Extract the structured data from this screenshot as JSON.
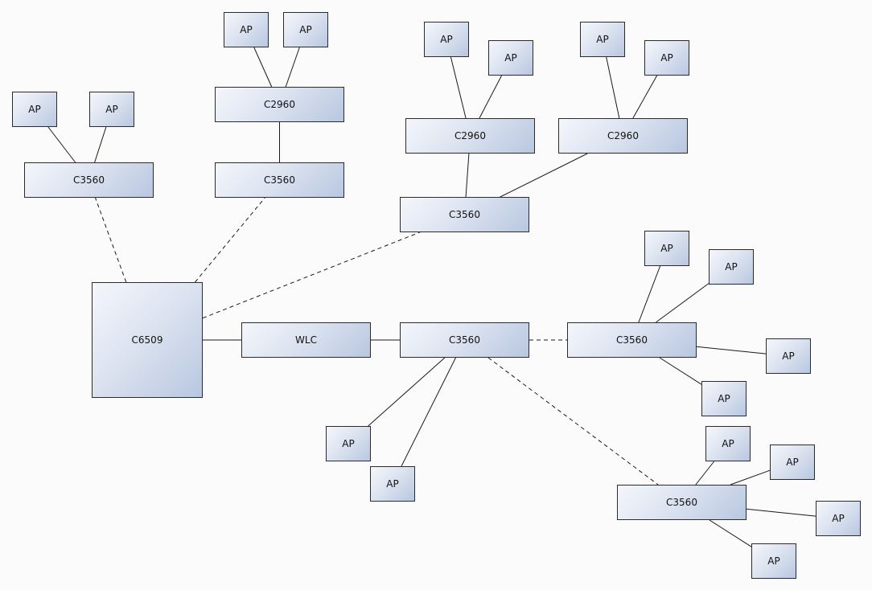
{
  "diagram": {
    "nodes": [
      {
        "id": "core",
        "label": "C6509"
      },
      {
        "id": "wlc",
        "label": "WLC"
      },
      {
        "id": "d1",
        "label": "C3560"
      },
      {
        "id": "d2",
        "label": "C3560"
      },
      {
        "id": "d3",
        "label": "C3560"
      },
      {
        "id": "d4",
        "label": "C3560"
      },
      {
        "id": "d5",
        "label": "C3560"
      },
      {
        "id": "d6",
        "label": "C3560"
      },
      {
        "id": "a1",
        "label": "C2960"
      },
      {
        "id": "a2",
        "label": "C2960"
      },
      {
        "id": "a3",
        "label": "C2960"
      },
      {
        "id": "ap1",
        "label": "AP"
      },
      {
        "id": "ap2",
        "label": "AP"
      },
      {
        "id": "ap3",
        "label": "AP"
      },
      {
        "id": "ap4",
        "label": "AP"
      },
      {
        "id": "ap5",
        "label": "AP"
      },
      {
        "id": "ap6",
        "label": "AP"
      },
      {
        "id": "ap7",
        "label": "AP"
      },
      {
        "id": "ap8",
        "label": "AP"
      },
      {
        "id": "ap9",
        "label": "AP"
      },
      {
        "id": "ap10",
        "label": "AP"
      },
      {
        "id": "ap11",
        "label": "AP"
      },
      {
        "id": "ap12",
        "label": "AP"
      },
      {
        "id": "ap13",
        "label": "AP"
      },
      {
        "id": "ap14",
        "label": "AP"
      },
      {
        "id": "ap15",
        "label": "AP"
      },
      {
        "id": "ap16",
        "label": "AP"
      },
      {
        "id": "ap17",
        "label": "AP"
      },
      {
        "id": "ap18",
        "label": "AP"
      }
    ],
    "links": [
      {
        "from": "core",
        "to": "d1",
        "style": "dashed"
      },
      {
        "from": "core",
        "to": "d2",
        "style": "dashed"
      },
      {
        "from": "core",
        "to": "d3",
        "style": "dashed"
      },
      {
        "from": "core",
        "to": "wlc",
        "style": "solid"
      },
      {
        "from": "wlc",
        "to": "d4",
        "style": "solid"
      },
      {
        "from": "d4",
        "to": "d5",
        "style": "dashed"
      },
      {
        "from": "d4",
        "to": "d6",
        "style": "dashed"
      },
      {
        "from": "d2",
        "to": "a1",
        "style": "solid"
      },
      {
        "from": "d3",
        "to": "a2",
        "style": "solid"
      },
      {
        "from": "d3",
        "to": "a3",
        "style": "solid"
      },
      {
        "from": "d1",
        "to": "ap1",
        "style": "solid"
      },
      {
        "from": "d1",
        "to": "ap2",
        "style": "solid"
      },
      {
        "from": "a1",
        "to": "ap3",
        "style": "solid"
      },
      {
        "from": "a1",
        "to": "ap4",
        "style": "solid"
      },
      {
        "from": "a2",
        "to": "ap5",
        "style": "solid"
      },
      {
        "from": "a2",
        "to": "ap6",
        "style": "solid"
      },
      {
        "from": "a3",
        "to": "ap7",
        "style": "solid"
      },
      {
        "from": "a3",
        "to": "ap8",
        "style": "solid"
      },
      {
        "from": "d5",
        "to": "ap9",
        "style": "solid"
      },
      {
        "from": "d5",
        "to": "ap10",
        "style": "solid"
      },
      {
        "from": "d5",
        "to": "ap11",
        "style": "solid"
      },
      {
        "from": "d5",
        "to": "ap12",
        "style": "solid"
      },
      {
        "from": "d4",
        "to": "ap13",
        "style": "solid"
      },
      {
        "from": "d4",
        "to": "ap14",
        "style": "solid"
      },
      {
        "from": "d6",
        "to": "ap15",
        "style": "solid"
      },
      {
        "from": "d6",
        "to": "ap16",
        "style": "solid"
      },
      {
        "from": "d6",
        "to": "ap17",
        "style": "solid"
      },
      {
        "from": "d6",
        "to": "ap18",
        "style": "solid"
      }
    ]
  }
}
